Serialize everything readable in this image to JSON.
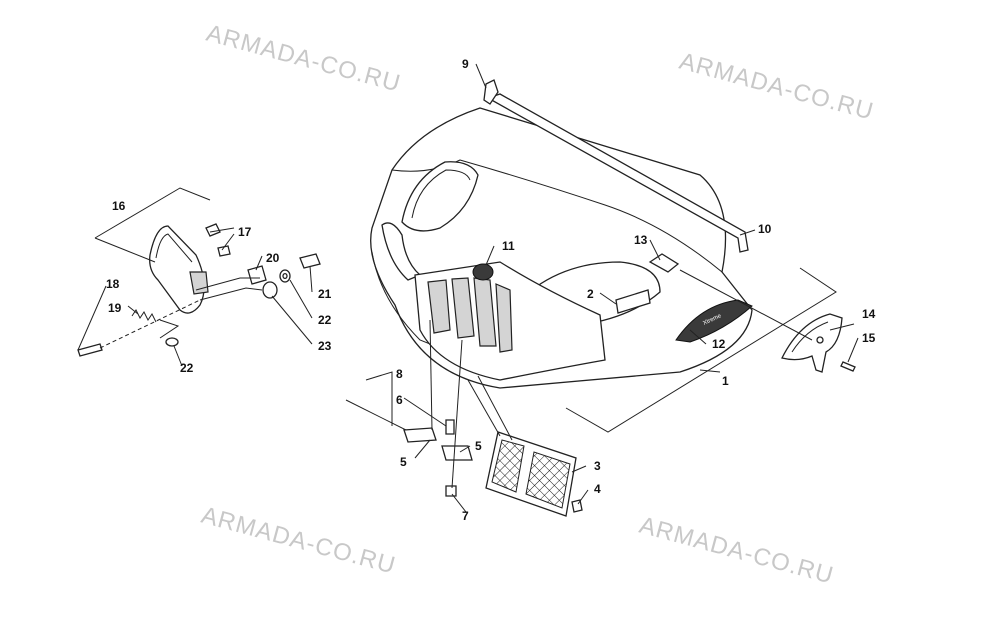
{
  "watermark": "ARMADA-CO.RU",
  "callouts": {
    "c1": "1",
    "c2": "2",
    "c3": "3",
    "c4": "4",
    "c5a": "5",
    "c5b": "5",
    "c6": "6",
    "c7": "7",
    "c8": "8",
    "c9": "9",
    "c10": "10",
    "c11": "11",
    "c12": "12",
    "c13": "13",
    "c14": "14",
    "c15": "15",
    "c16": "16",
    "c17": "17",
    "c18": "18",
    "c19": "19",
    "c20": "20",
    "c21": "21",
    "c22a": "22",
    "c22b": "22",
    "c23": "23"
  },
  "colors": {
    "line": "#222222",
    "watermark": "#c8c8c8",
    "shade": "#d4d4d4"
  }
}
